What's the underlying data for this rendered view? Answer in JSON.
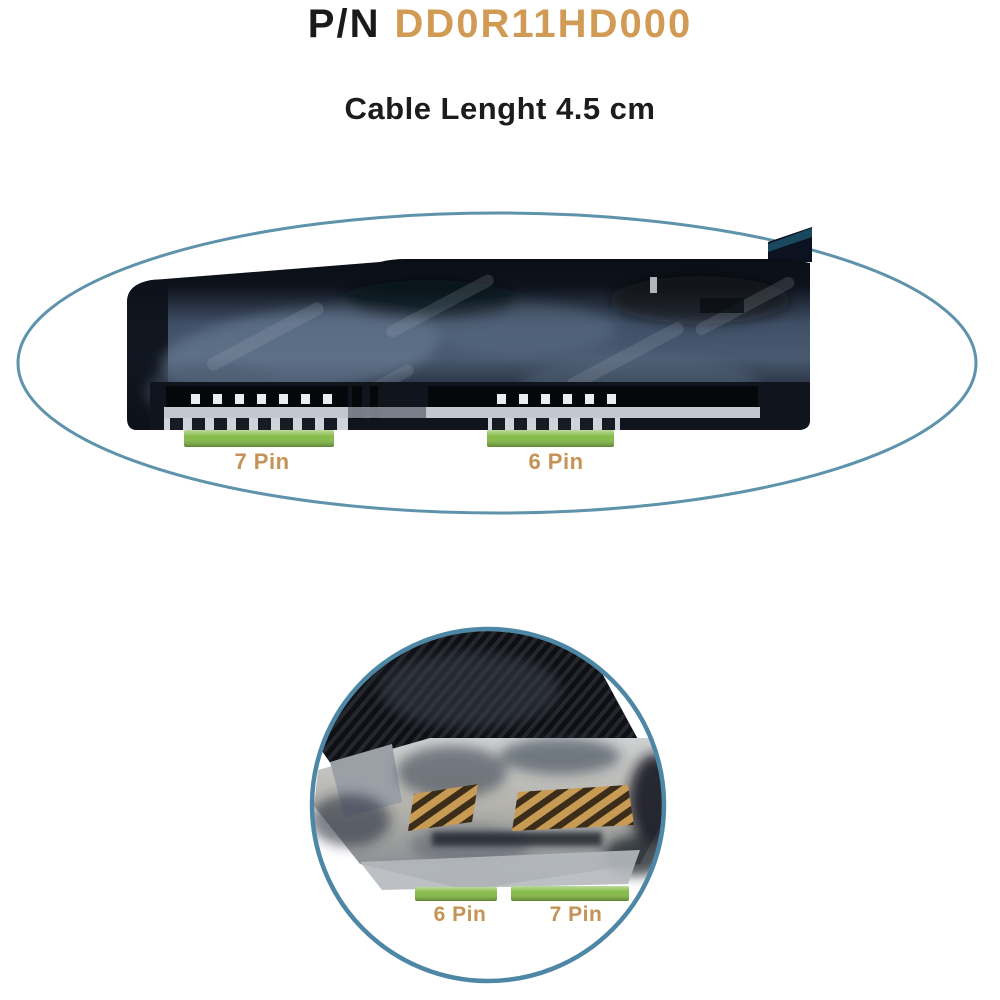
{
  "header": {
    "pn_label": "P/N",
    "pn_value": "DD0R11HD000",
    "subtitle": "Cable Lenght 4.5 cm"
  },
  "main_view": {
    "description": "hdd-connector-side-view",
    "left_pin_label": "7 Pin",
    "right_pin_label": "6 Pin"
  },
  "inset_view": {
    "description": "hdd-connector-closeup",
    "left_pin_label": "6 Pin",
    "right_pin_label": "7 Pin"
  },
  "colors": {
    "part_number": "#d29b55",
    "pin_label": "#c2935a",
    "ellipse_outline": "#5e93ab",
    "circle_outline": "#4d87a5",
    "pcb_green": "#85bb47",
    "gold_pins": "#c79b53",
    "connector_body": "#2b3647"
  }
}
